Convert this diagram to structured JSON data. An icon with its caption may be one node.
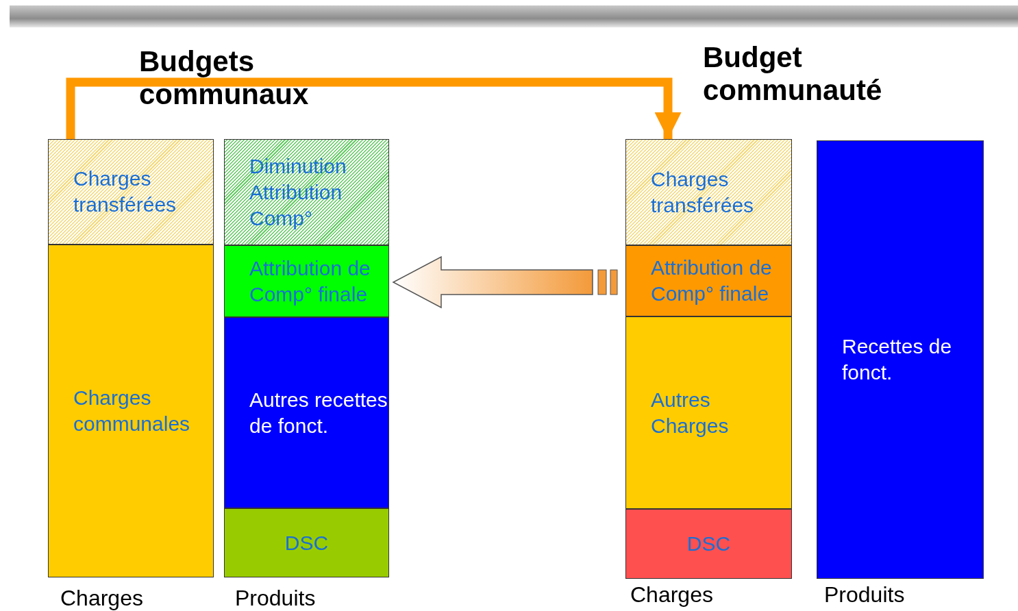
{
  "diagram": {
    "nodes": [
      {
        "text": [
          "Charges transférées"
        ]
      },
      {
        "text": [
          "Charges communales"
        ]
      },
      {
        "text": [
          "Diminution Attribution Comp°"
        ]
      },
      {
        "text": [
          "Attribution de Comp° finale"
        ]
      },
      {
        "text": [
          "Autres recettes de fonct."
        ]
      },
      {
        "text": [
          "DSC"
        ]
      },
      {
        "text": [
          "Charges transférées"
        ]
      },
      {
        "text": [
          "Attribution de Comp° finale"
        ]
      },
      {
        "text": [
          "Autres Charges"
        ]
      },
      {
        "text": [
          "DSC"
        ]
      },
      {
        "text": [
          "Recettes de fonct."
        ]
      }
    ],
    "edges": [
      {
        "from": 0,
        "to": 6,
        "arrow": "to",
        "color": "#ff9900"
      },
      {
        "from": 7,
        "to": 3,
        "arrow": "to",
        "style": "thick"
      }
    ],
    "labels": [
      "Budgets communaux",
      "Budget communauté",
      "Charges",
      "Produits",
      "Charges",
      "Produits"
    ]
  }
}
